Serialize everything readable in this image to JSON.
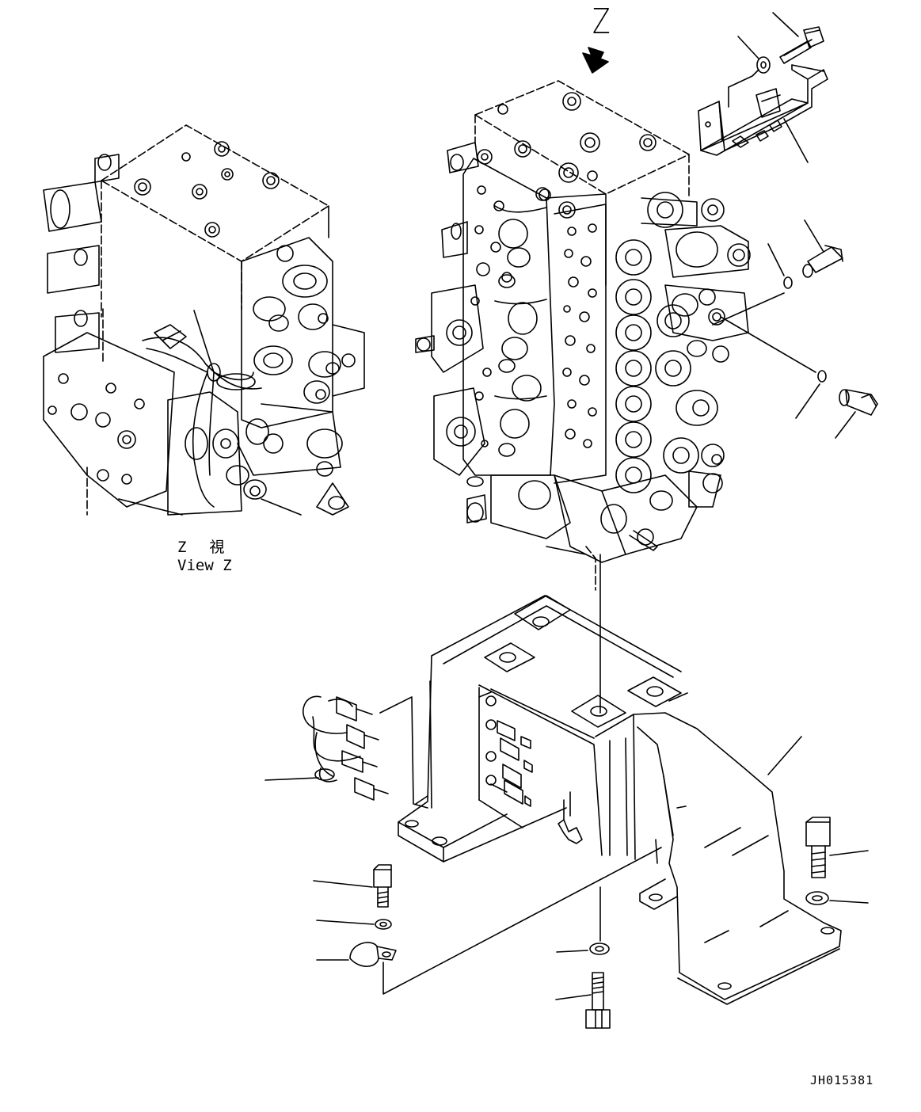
{
  "labels": {
    "z_arrow": "Z",
    "view_jp": "Z  視",
    "view_en": "View Z",
    "drawing_id": "JH015381"
  },
  "colors": {
    "line": "#000000",
    "background": "#ffffff"
  },
  "icons": [
    "arrow-down-icon"
  ]
}
